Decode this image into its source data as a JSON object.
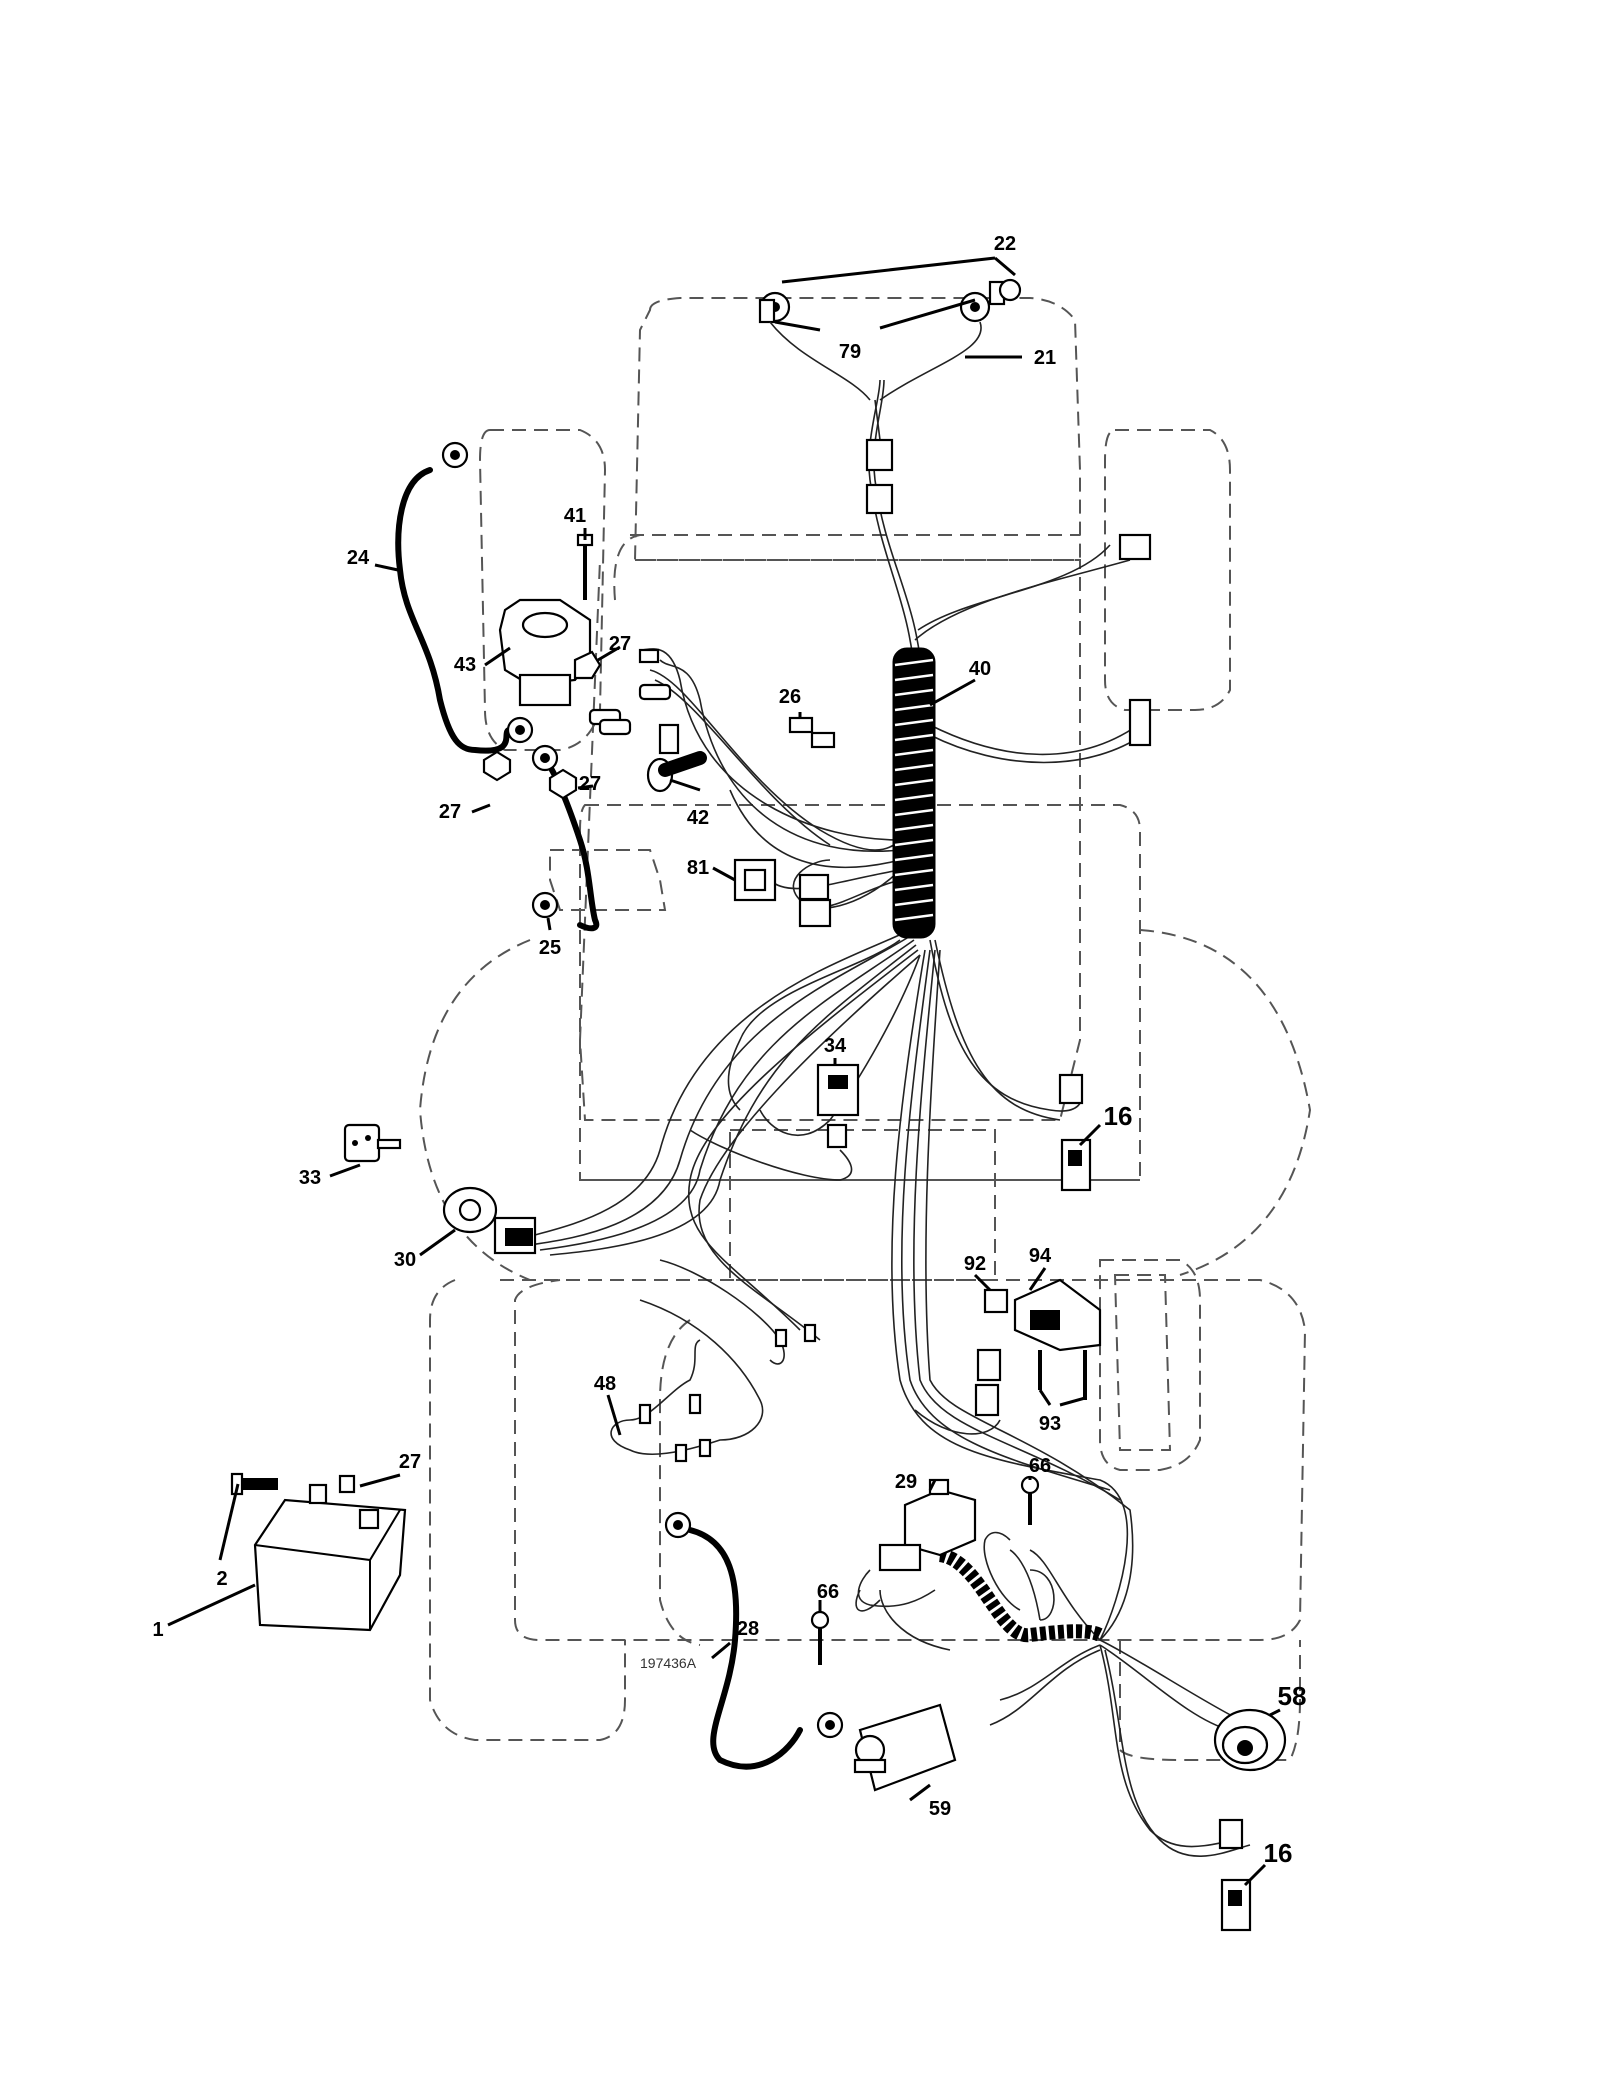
{
  "drawing_number": "197436A",
  "callouts": {
    "c1": "1",
    "c2": "2",
    "c16a": "16",
    "c16b": "16",
    "c21": "21",
    "c22": "22",
    "c24": "24",
    "c25": "25",
    "c26": "26",
    "c27a": "27",
    "c27b": "27",
    "c27c": "27",
    "c27d": "27",
    "c28": "28",
    "c29": "29",
    "c30": "30",
    "c33": "33",
    "c34": "34",
    "c40": "40",
    "c41": "41",
    "c42": "42",
    "c43": "43",
    "c48": "48",
    "c58": "58",
    "c59": "59",
    "c66a": "66",
    "c66b": "66",
    "c79": "79",
    "c81": "81",
    "c92": "92",
    "c93": "93",
    "c94": "94"
  }
}
